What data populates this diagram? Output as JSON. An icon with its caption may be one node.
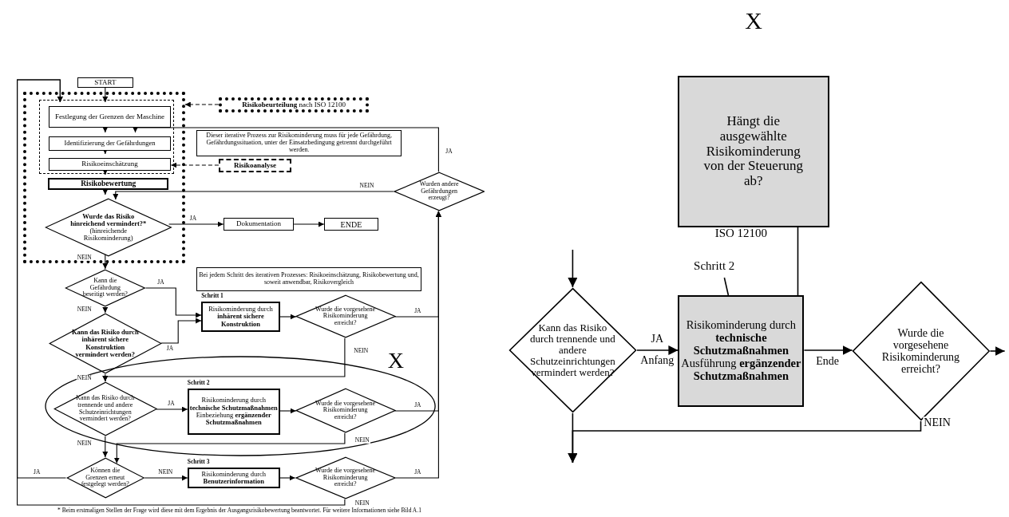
{
  "diagram": {
    "nodes": [
      {
        "text": [
          "START"
        ]
      },
      {
        "text": [],
        "shape": "box"
      },
      {
        "text": [],
        "shape": "box",
        "in": 1
      },
      {
        "text": [
          "Festlegung der Grenzen der Maschine"
        ],
        "in": 2
      },
      {
        "text": [
          "Identifizierung der Gefährdungen"
        ],
        "in": 2
      },
      {
        "text": [
          "Risikoeinschätzung"
        ],
        "in": 2
      },
      {
        "text": [
          "Risikobewertung"
        ],
        "in": 1
      },
      {
        "text": [
          "Wurde das Risiko hinreichend vermindert?*",
          "(hinreichende Risikominderung)"
        ],
        "in": 1
      },
      {
        "text": [
          "**Risikobeurteilung** nach ISO 12100"
        ]
      },
      {
        "text": [
          "Risikoanalyse"
        ]
      },
      {
        "text": [
          "Dieser iterative Prozess zur Risikominderung muss für jede Gefährdung, Gefährdungssituation, unter der Einsatzbedingung getrennt durchgeführt werden."
        ]
      },
      {
        "text": [
          "Wurden andere Gefährdungen erzeugt?"
        ]
      },
      {
        "text": [
          "Dokumentation"
        ]
      },
      {
        "text": [
          "ENDE"
        ]
      },
      {
        "text": [
          "Kann die Gefährdung beseitigt werden?"
        ]
      },
      {
        "text": [
          "Bei jedem Schritt des iterativen Prozesses: Risikoeinschätzung, Risikobewertung und, soweit anwendbar, Risikovergleich"
        ]
      },
      {
        "text": [
          "Schritt 1",
          "Risikominderung durch **inhärent sichere Konstruktion**"
        ]
      },
      {
        "text": [
          "Wurde die vorgesehene Risikominderung erreicht?"
        ]
      },
      {
        "text": [
          "Kann das Risiko durch inhärent sichere Konstruktion vermindert werden?"
        ]
      },
      {
        "text": [],
        "shape": "ellipse"
      },
      {
        "text": [
          "Kann das Risiko durch trennende und andere Schutzeinrichtungen vermindert werden?"
        ],
        "in": 19
      },
      {
        "text": [
          "Schritt 2",
          "Risikominderung durch **technische Schutzmaßnahmen** Einbeziehung **ergänzender Schutzmaßnahmen**"
        ],
        "in": 19
      },
      {
        "text": [
          "Wurde die vorgesehene Risikominderung erreicht?"
        ],
        "in": 19
      },
      {
        "text": [
          "Können die Grenzen erneut festgelegt werden?"
        ]
      },
      {
        "text": [
          "Schritt 3",
          "Risikominderung durch **Benutzerinformation**"
        ]
      },
      {
        "text": [
          "Wurde die vorgesehene Risikominderung erreicht?"
        ]
      },
      {
        "text": [
          "Hängt die ausgewählte Risikominderung von der Steuerung ab?"
        ]
      },
      {
        "text": [
          "Schritt 2"
        ]
      },
      {
        "text": [
          "Kann das Risiko durch trennende und andere Schutzeinrichtungen vermindert werden?"
        ]
      },
      {
        "text": [
          "Risikominderung durch **technische Schutzmaßnahmen** Ausführung **ergänzender Schutzmaßnahmen**"
        ]
      },
      {
        "text": [
          "Wurde die vorgesehene Risikominderung erreicht?"
        ]
      }
    ],
    "edges": [
      {
        "from": 0,
        "to": 3,
        "arrow": "to"
      },
      {
        "from": 3,
        "to": 4,
        "arrow": "to"
      },
      {
        "from": 4,
        "to": 5,
        "arrow": "to"
      },
      {
        "from": 5,
        "to": 6,
        "arrow": "to"
      },
      {
        "from": 6,
        "to": 7,
        "arrow": "to"
      },
      {
        "from": 8,
        "to": 1,
        "arrow": "to",
        "style": "dashed"
      },
      {
        "from": 9,
        "to": 2,
        "arrow": "to",
        "style": "dashed"
      },
      {
        "from": 7,
        "to": 12,
        "arrow": "to",
        "label": "JA"
      },
      {
        "from": 12,
        "to": 13,
        "arrow": "to"
      },
      {
        "from": 11,
        "to": 4,
        "arrow": "to",
        "label": "JA"
      },
      {
        "from": 11,
        "to": 7,
        "arrow": "to",
        "label": "NEIN"
      },
      {
        "from": 7,
        "to": 14,
        "arrow": "to",
        "label": "NEIN"
      },
      {
        "from": 14,
        "to": 16,
        "arrow": "to",
        "label": "JA"
      },
      {
        "from": 14,
        "to": 18,
        "arrow": "to",
        "label": "NEIN"
      },
      {
        "from": 18,
        "to": 16,
        "arrow": "to",
        "label": "JA"
      },
      {
        "from": 16,
        "to": 17,
        "arrow": "to"
      },
      {
        "from": 17,
        "to": 11,
        "arrow": "to",
        "label": "JA"
      },
      {
        "from": 17,
        "to": 20,
        "arrow": "to",
        "label": "NEIN"
      },
      {
        "from": 18,
        "to": 20,
        "arrow": "to",
        "label": "NEIN"
      },
      {
        "from": 20,
        "to": 21,
        "arrow": "to",
        "label": "JA"
      },
      {
        "from": 21,
        "to": 22,
        "arrow": "to"
      },
      {
        "from": 22,
        "to": 11,
        "arrow": "to",
        "label": "JA"
      },
      {
        "from": 20,
        "to": 23,
        "arrow": "to",
        "label": "NEIN"
      },
      {
        "from": 22,
        "to": 23,
        "arrow": "to",
        "label": "NEIN"
      },
      {
        "from": 23,
        "to": 3,
        "arrow": "to",
        "label": "JA"
      },
      {
        "from": 23,
        "to": 24,
        "arrow": "to",
        "label": "NEIN"
      },
      {
        "from": 24,
        "to": 25,
        "arrow": "to"
      },
      {
        "from": 25,
        "to": 11,
        "arrow": "to",
        "label": "JA"
      },
      {
        "from": 25,
        "to": 3,
        "arrow": "to",
        "label": "NEIN"
      },
      {
        "from": 26,
        "to": 29,
        "arrow": "none"
      },
      {
        "from": 27,
        "to": 29,
        "arrow": "none"
      },
      {
        "from": null,
        "to": 28,
        "arrow": "to"
      },
      {
        "from": 28,
        "to": 29,
        "arrow": "to",
        "label": "JA Anfang"
      },
      {
        "from": 29,
        "to": 30,
        "arrow": "to",
        "label": "Ende"
      },
      {
        "from": 30,
        "to": null,
        "arrow": "to"
      },
      {
        "from": 28,
        "to": null,
        "arrow": "to"
      },
      {
        "from": 30,
        "to": null,
        "arrow": "to",
        "label": "NEIN"
      }
    ],
    "labels": [
      "X",
      "ISO 12100",
      "X",
      "* Beim erstmaligen Stellen der Frage wird diese mit dem Ergebnis der Ausgangsrisikobewertung beantwortet. Für weitere Informationen siehe Bild A.1"
    ]
  }
}
